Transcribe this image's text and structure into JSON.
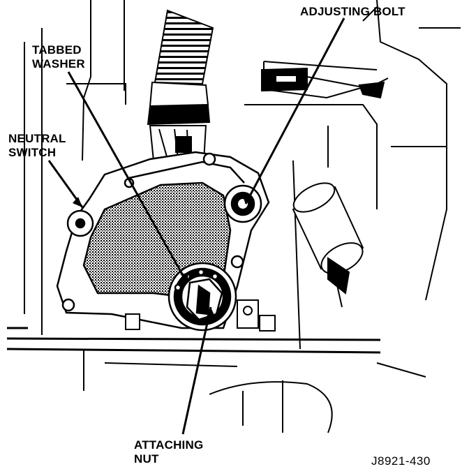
{
  "labels": {
    "adjusting_bolt": "ADJUSTING BOLT",
    "tabbed_washer_line1": "TABBED",
    "tabbed_washer_line2": "WASHER",
    "neutral_switch_line1": "NEUTRAL",
    "neutral_switch_line2": "SWITCH",
    "attaching_nut_line1": "ATTACHING",
    "attaching_nut_line2": "NUT"
  },
  "figure_code": "J8921-430",
  "colors": {
    "ink": "#000000",
    "paper": "#ffffff",
    "shade": "#3a3a3a"
  }
}
